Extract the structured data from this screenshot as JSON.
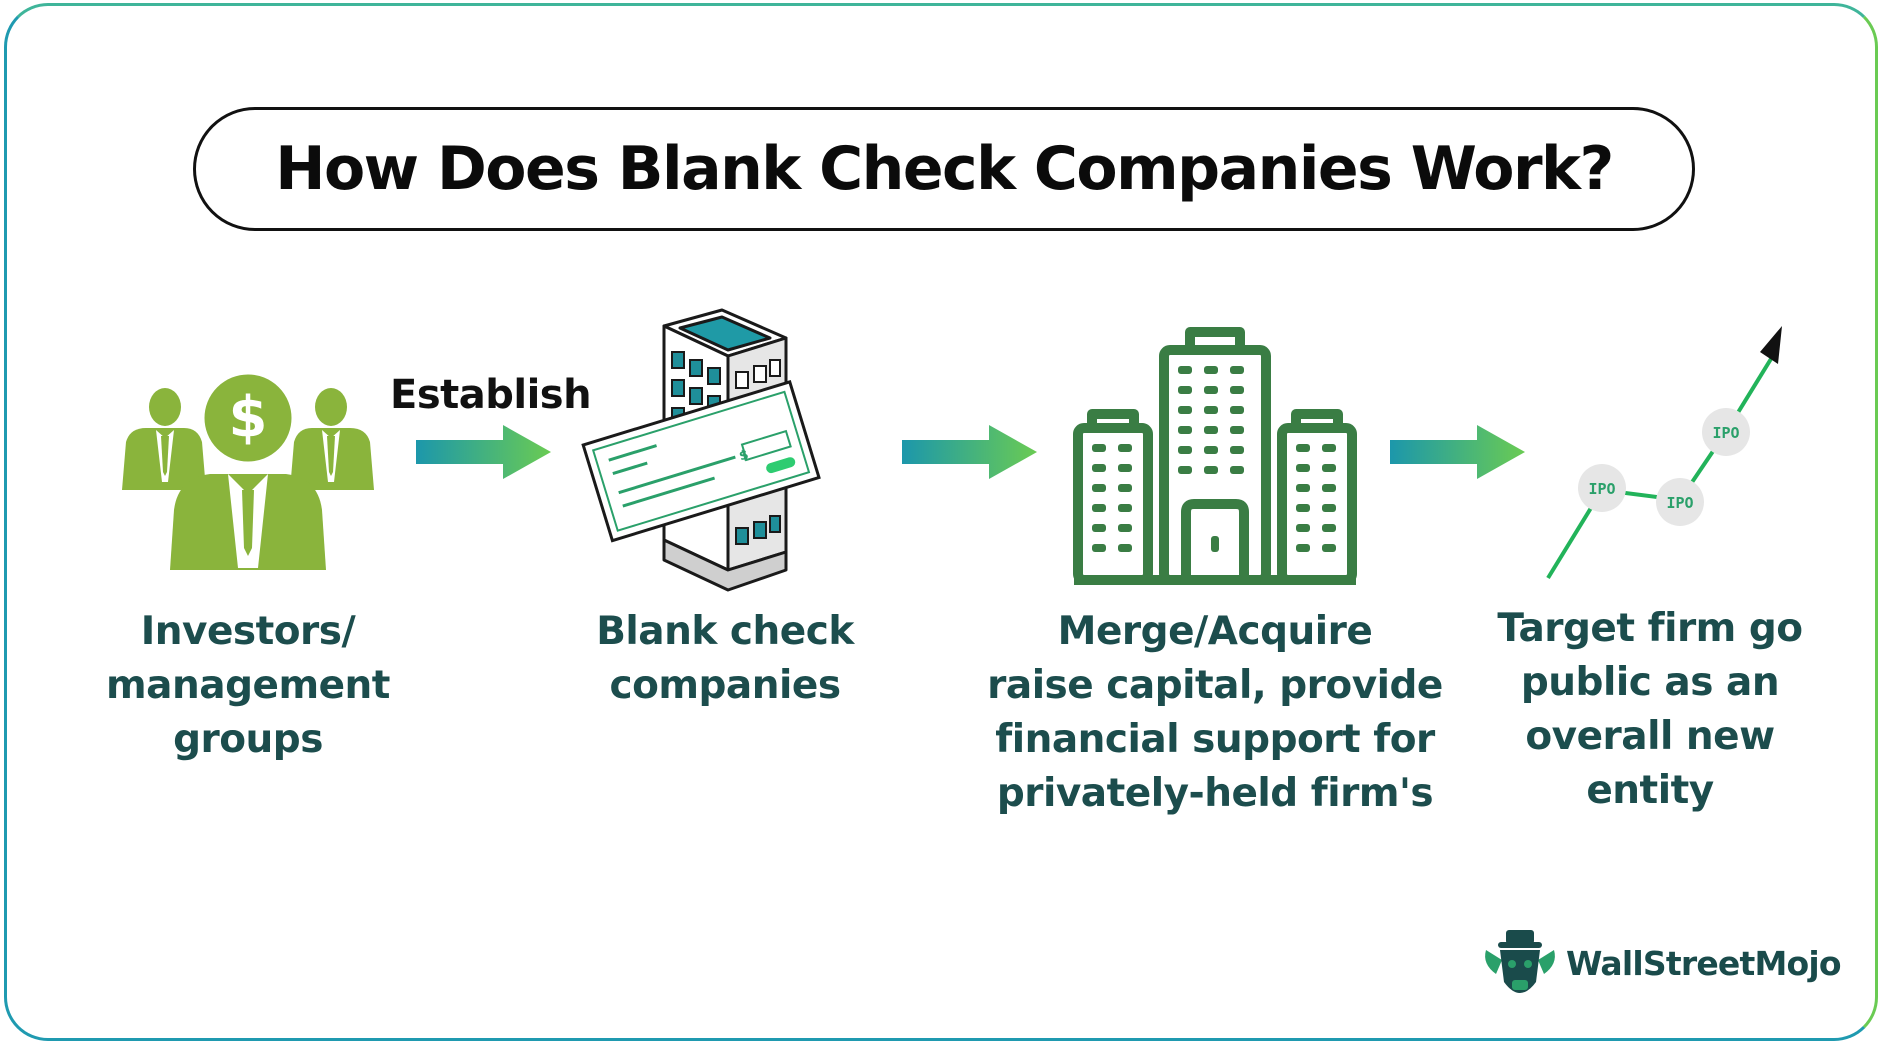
{
  "title": "How Does Blank Check Companies Work?",
  "connector_label": "Establish",
  "steps": [
    {
      "lines": [
        "Investors/",
        "management",
        "groups"
      ]
    },
    {
      "lines": [
        "Blank check",
        "companies"
      ]
    },
    {
      "lines": [
        "Merge/Acquire",
        "raise capital, provide",
        "financial support for",
        "privately-held firm's"
      ]
    },
    {
      "lines": [
        "Target firm go",
        "public as an",
        "overall new",
        "entity"
      ]
    }
  ],
  "cheque": {
    "currency_symbol": "$"
  },
  "ipo_nodes": [
    "IPO",
    "IPO",
    "IPO"
  ],
  "brand": {
    "name": "WallStreetMojo"
  },
  "colors": {
    "green": "#8ab43c",
    "dark_green": "#3a7d44",
    "teal": "#1f9ab0",
    "text": "#1c4d4d"
  }
}
